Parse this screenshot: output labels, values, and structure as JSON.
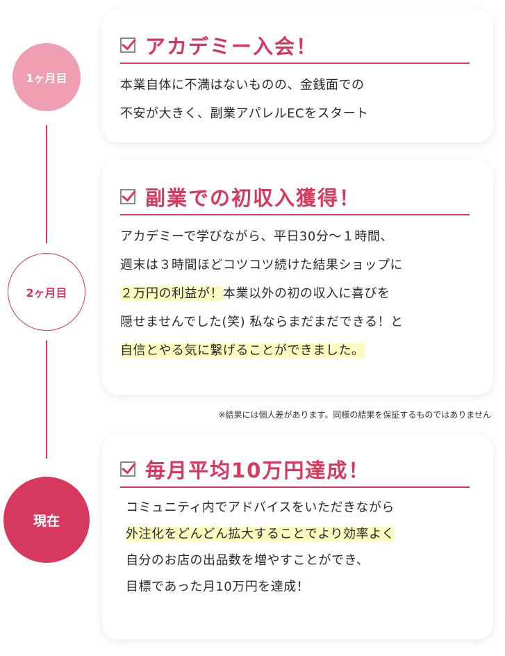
{
  "timeline": [
    {
      "label": "1ヶ月目",
      "title": "アカデミー入会！",
      "lines": [
        [
          {
            "t": "本業自体に不満はないものの、金銭面での"
          }
        ],
        [
          {
            "t": "不安が大きく、副業アパレルECをスタート"
          }
        ]
      ]
    },
    {
      "label": "2ヶ月目",
      "title": "副業での初収入獲得！",
      "lines": [
        [
          {
            "t": "アカデミーで学びながら、平日30分～１時間、"
          }
        ],
        [
          {
            "t": "週末は３時間ほどコツコツ続けた結果ショップに"
          }
        ],
        [
          {
            "t": "２万円の利益が！",
            "hl": true
          },
          {
            "t": "本業以外の初の収入に喜びを"
          }
        ],
        [
          {
            "t": "隠せませんでした(笑) 私ならまだまだできる！と"
          }
        ],
        [
          {
            "t": "自信とやる気に繋げることができました。",
            "hl": true
          }
        ]
      ]
    },
    {
      "label": "現在",
      "title": "毎月平均10万円達成！",
      "lines": [
        [
          {
            "t": "コミュニティ内でアドバイスをいただきながら"
          }
        ],
        [
          {
            "t": "外注化をどんどん拡大することでより効率よく",
            "hl": true
          }
        ],
        [
          {
            "t": "自分のお店の出品数を増やすことができ、"
          }
        ],
        [
          {
            "t": "目標であった月10万円を達成！"
          }
        ]
      ]
    }
  ],
  "note": "※結果には個人差があります。同様の結果を保証するものではありません",
  "colors": {
    "accent": "#d6385e",
    "light_pink": "#f09fb2",
    "highlight": "#fbfbbf"
  }
}
